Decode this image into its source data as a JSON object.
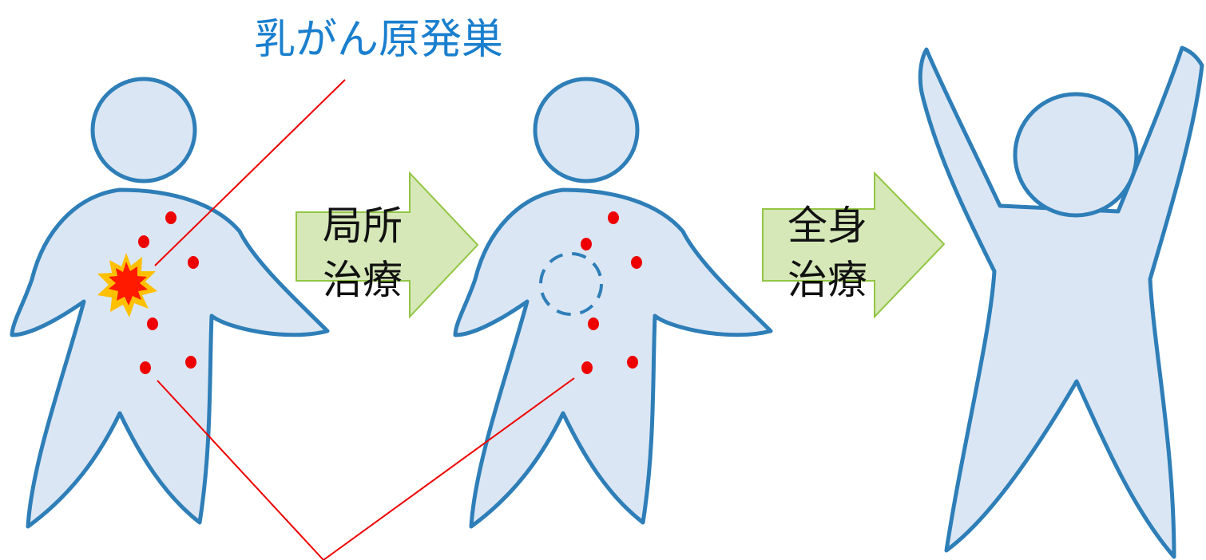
{
  "labels": {
    "primary_tumor": "乳がん原発巣",
    "local_treatment_line1": "局所",
    "local_treatment_line2": "治療",
    "systemic_treatment_line1": "全身",
    "systemic_treatment_line2": "治療"
  },
  "colors": {
    "body_fill": "#dbe6f4",
    "body_stroke": "#2e7eb8",
    "metastasis": "#ee0000",
    "arrow_fill": "#d6e8b8",
    "arrow_stroke": "#92c544",
    "title_text": "#1a7fce"
  },
  "icons": {
    "tumor": "explosion-burst-icon",
    "removed_tumor": "dashed-circle-icon",
    "step_arrow": "right-arrow-icon"
  }
}
